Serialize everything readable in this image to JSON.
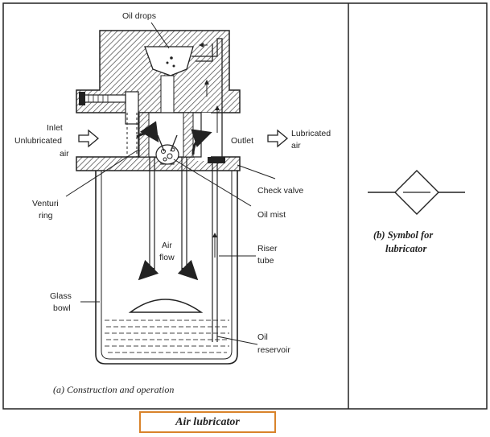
{
  "labels": {
    "oil_drops": "Oil drops",
    "inlet": "Inlet",
    "unlubricated": "Unlubricated",
    "air_in": "air",
    "outlet": "Outlet",
    "lubricated": "Lubricated",
    "air_out": "air",
    "check_valve": "Check valve",
    "venturi": "Venturi",
    "ring": "ring",
    "oil_mist": "Oil mist",
    "air": "Air",
    "flow": "flow",
    "riser": "Riser",
    "tube": "tube",
    "glass": "Glass",
    "bowl": "bowl",
    "oil": "Oil",
    "reservoir": "reservoir"
  },
  "captions": {
    "construction": "(a) Construction and operation",
    "symbol_line1": "(b) Symbol for",
    "symbol_line2": "lubricator"
  },
  "title": "Air lubricator",
  "colors": {
    "title_border": "#d9832b",
    "ink": "#222222"
  }
}
